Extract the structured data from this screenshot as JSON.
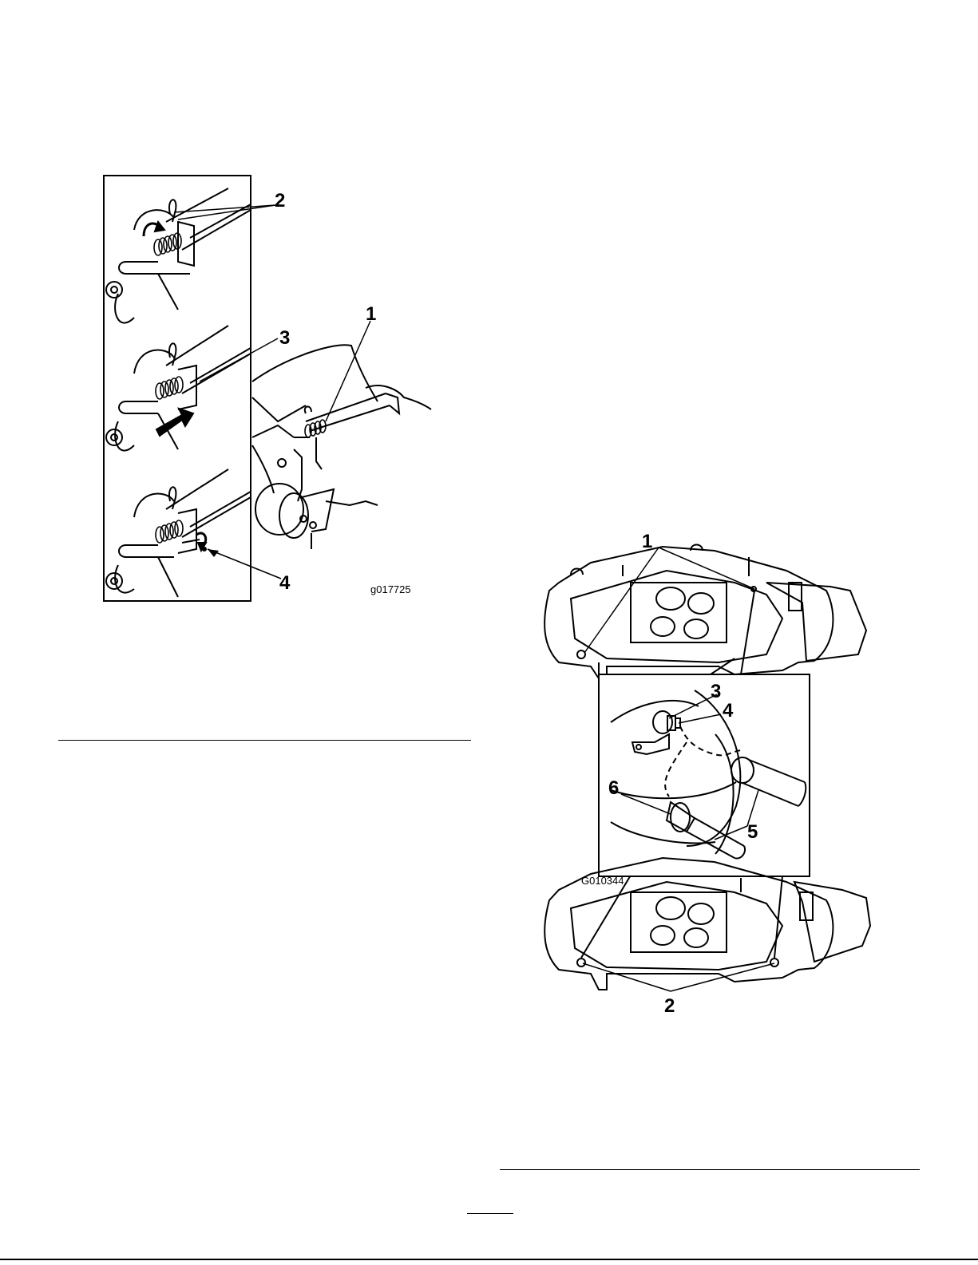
{
  "figure_left": {
    "callouts": [
      "1",
      "2",
      "3",
      "4"
    ],
    "code": "g017725"
  },
  "figure_right": {
    "callouts_top": [
      "1"
    ],
    "callouts_detail": [
      "3",
      "4",
      "6",
      "5"
    ],
    "callouts_bottom": [
      "2"
    ],
    "code": "G010344"
  }
}
